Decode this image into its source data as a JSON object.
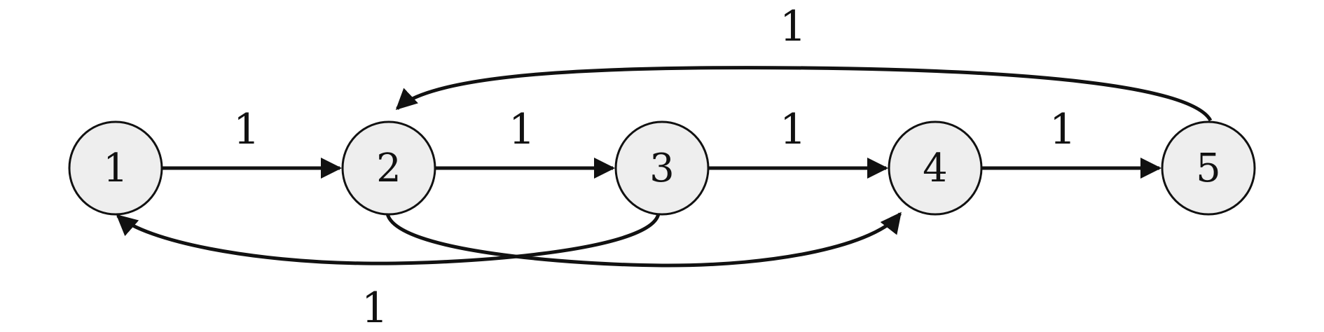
{
  "graph": {
    "nodes": [
      {
        "id": "1",
        "label": "1"
      },
      {
        "id": "2",
        "label": "2"
      },
      {
        "id": "3",
        "label": "3"
      },
      {
        "id": "4",
        "label": "4"
      },
      {
        "id": "5",
        "label": "5"
      }
    ],
    "edges": [
      {
        "from": "1",
        "to": "2",
        "label": "1"
      },
      {
        "from": "2",
        "to": "3",
        "label": "1"
      },
      {
        "from": "3",
        "to": "4",
        "label": "1"
      },
      {
        "from": "4",
        "to": "5",
        "label": "1"
      },
      {
        "from": "5",
        "to": "2",
        "label": "1"
      },
      {
        "from": "3",
        "to": "1",
        "label": "1"
      },
      {
        "from": "2",
        "to": "4",
        "label": ""
      }
    ]
  },
  "colors": {
    "node_fill": "#eeeeee",
    "stroke": "#111111",
    "background": "#ffffff"
  }
}
